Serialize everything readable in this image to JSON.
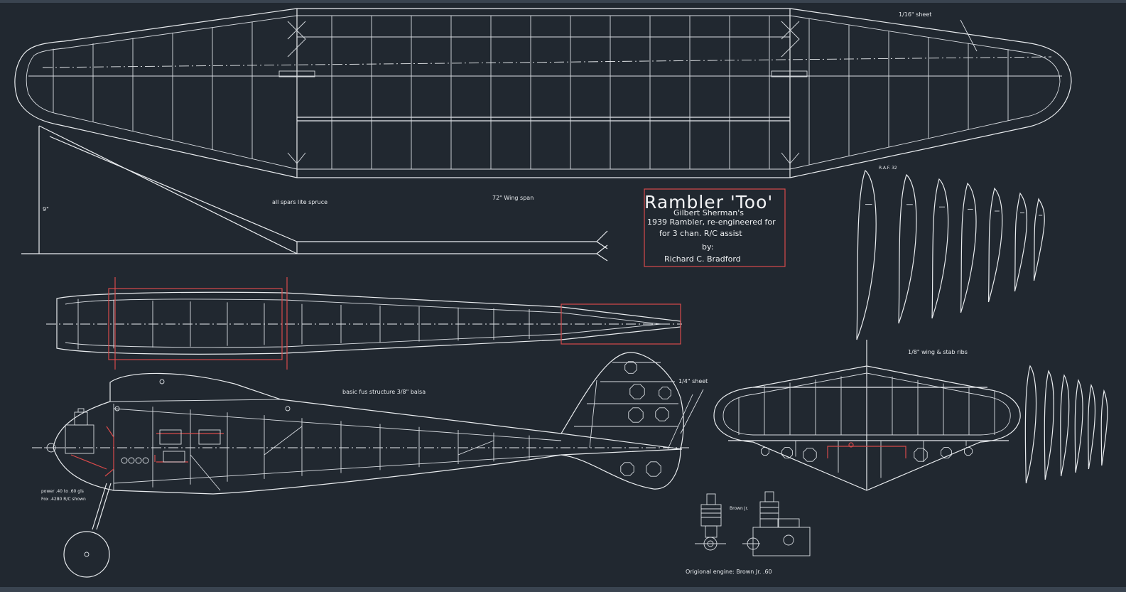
{
  "labels": {
    "sheet_top": "1/16\" sheet",
    "spars": "all spars lite spruce",
    "wingspan": "72\" Wing span",
    "dihedral": "9\"",
    "airfoil": "R.A.F. 32",
    "fuse_structure": "basic fus structure 3/8\" balsa",
    "sheet_quarter": "1/4\" sheet",
    "stab_ribs": "1/8\" wing & stab ribs",
    "engine_note_1": "power .40 to .60 gls",
    "engine_note_2": "Fox .4280 R/C shown",
    "brown_jr": "Brown Jr.",
    "original_engine": "Origional engine: Brown Jr. .60"
  },
  "title_block": {
    "title": "Rambler 'Too'",
    "line1": "Gilbert Sherman's",
    "line2": "1939 Rambler, re-engineered for",
    "line3": "for 3 chan. R/C assist",
    "line4": "by:",
    "line5": "Richard C. Bradford"
  },
  "colors": {
    "background": "#212830",
    "linework": "#e9ecef",
    "accent": "#d84a4a"
  }
}
